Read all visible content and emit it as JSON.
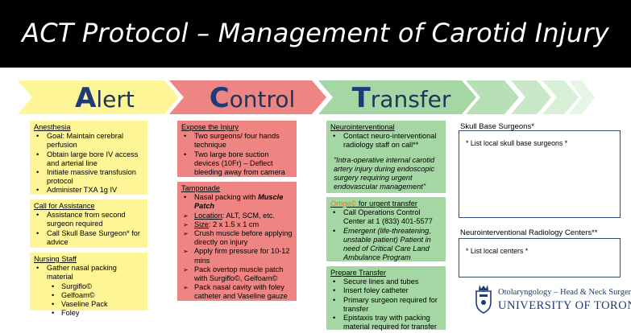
{
  "title": "ACT Protocol – Management of Carotid Injury",
  "stages": [
    {
      "initial": "A",
      "rest": "lert"
    },
    {
      "initial": "C",
      "rest": "ontrol"
    },
    {
      "initial": "T",
      "rest": "ransfer"
    }
  ],
  "colors": {
    "alert": "#fdf596",
    "control": "#ef8583",
    "transfer": "#a4d7a4",
    "header": "#000000"
  },
  "alert": {
    "anesthesia": {
      "title": "Anesthesia",
      "items": [
        "Goal: Maintain cerebral perfusion",
        "Obtain large bore IV access and arterial line",
        "Initiate massive transfusion protocol",
        "Administer TXA 1g IV"
      ]
    },
    "call": {
      "title": "Call for Assistance",
      "items": [
        "Assistance from second surgeon required",
        "Call Skull Base Surgeon* for advice"
      ]
    },
    "nursing": {
      "title": "Nursing Staff",
      "lead": "Gather nasal packing material",
      "subitems": [
        "Surgiflo©",
        "Gelfoam©",
        "Vaseline Pack",
        "Foley"
      ]
    }
  },
  "control": {
    "expose": {
      "title": "Expose the Injury",
      "items": [
        "Two surgeons/ four hands technique",
        "Two large bore suction devices (10Fr) – Deflect bleeding away from camera"
      ]
    },
    "tamponade": {
      "title": "Tamponade",
      "item1_pre": "Nasal packing with ",
      "item1_em": "Muscle Patch",
      "location_label": "Location",
      "location_value": ": ALT, SCM, etc.",
      "size_label": "Size",
      "size_value": ":  2 x 1.5 x 1 cm",
      "items": [
        "Crush muscle before applying directly on injury",
        "Apply firm pressure for 10-12 mins",
        "Pack overtop muscle patch with Surgiflo©, Gelfoam©",
        "Pack nasal cavity with foley catheter and Vaseline gauze"
      ]
    }
  },
  "transfer": {
    "neuro": {
      "title": "Neurointerventional",
      "items": [
        "Contact neuro-interventional radiology staff on call**"
      ],
      "quote": "“Intra-operative internal carotid artery injury during endoscopic surgery requiring urgent endovascular management”"
    },
    "ornge": {
      "brand": "Ornge©",
      "title_rest": " for urgent transfer",
      "items": [
        "Call Operations Control Center at 1 (833) 401-5577"
      ],
      "italic_item": "Emergent (life-threatening, unstable patient) Patient in need of Critical Care Land Ambulance Program"
    },
    "prepare": {
      "title": "Prepare Transfer",
      "items": [
        "Secure lines and tubes",
        "Insert foley catheter",
        "Primary surgeon required for transfer",
        "Epistaxis tray with packing material required for transfer"
      ]
    }
  },
  "panels": {
    "skull_label": "Skull Base Surgeons*",
    "skull_text": "* List local skull base surgeons *",
    "radiology_label": "Neurointerventional Radiology Centers**",
    "radiology_text": "* List local centers *"
  },
  "logo": {
    "line1": "Otolaryngology – Head & Neck Surgery",
    "line2": "UNIVERSITY OF TORONTO"
  }
}
